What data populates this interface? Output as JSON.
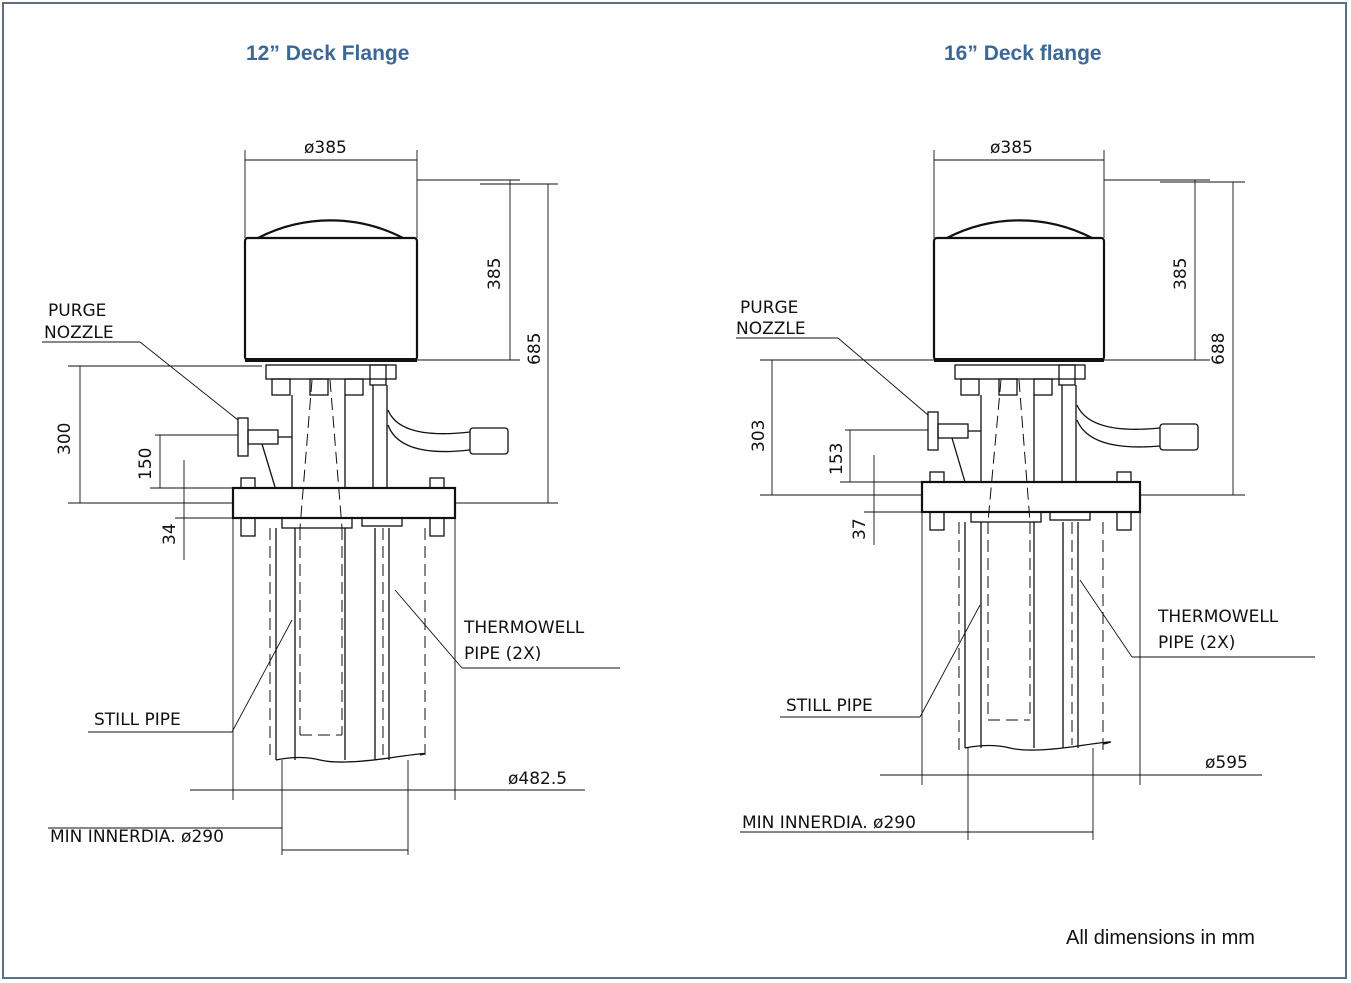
{
  "panels": [
    {
      "title": "12” Deck Flange",
      "dims": {
        "dome_diameter": "ø385",
        "height_dome": "385",
        "height_total": "685",
        "height_300": "300",
        "height_150": "150",
        "height_34": "34",
        "flange_diameter": "ø482.5",
        "min_inner_dia": "MIN INNERDIA. ø290"
      },
      "labels": {
        "purge_1": "PURGE",
        "purge_2": "NOZZLE",
        "thermowell_1": "THERMOWELL",
        "thermowell_2": "PIPE (2X)",
        "still_pipe": "STILL PIPE"
      }
    },
    {
      "title": "16” Deck flange",
      "dims": {
        "dome_diameter": "ø385",
        "height_dome": "385",
        "height_total": "688",
        "height_300": "303",
        "height_150": "153",
        "height_34": "37",
        "flange_diameter": "ø595",
        "min_inner_dia": "MIN INNERDIA. ø290"
      },
      "labels": {
        "purge_1": "PURGE",
        "purge_2": "NOZZLE",
        "thermowell_1": "THERMOWELL",
        "thermowell_2": "PIPE (2X)",
        "still_pipe": "STILL PIPE"
      }
    }
  ],
  "note": "All dimensions in mm"
}
